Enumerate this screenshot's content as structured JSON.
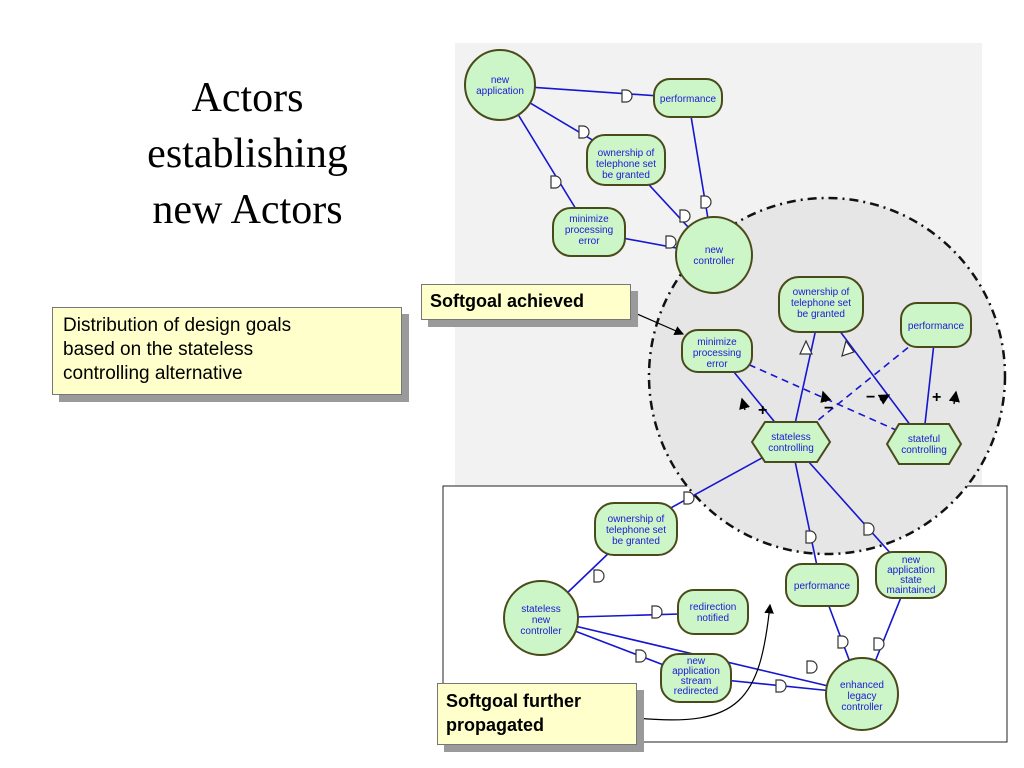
{
  "slide": {
    "title_lines": [
      "Actors",
      "establishing",
      "new Actors"
    ],
    "callouts": {
      "distribution": [
        "Distribution of design goals",
        "based on the stateless",
        "controlling alternative"
      ],
      "softgoal_achieved": "Softgoal achieved",
      "softgoal_propagated": [
        "Softgoal further",
        "propagated"
      ]
    }
  },
  "diagram": {
    "colors": {
      "node_fill": "#ccf5c8",
      "node_border": "#4a4a1a",
      "link": "#1616d0",
      "label": "#1a1ad6",
      "boundary_fill": "#e8e8e8"
    },
    "nodes": {
      "new_application": [
        "new",
        "application"
      ],
      "performance_top": [
        "performance"
      ],
      "ownership_top": [
        "ownership of",
        "telephone set",
        "be granted"
      ],
      "minimize_top": [
        "minimize",
        "processing",
        "error"
      ],
      "new_controller": [
        "new",
        "controller"
      ],
      "ownership_mid": [
        "ownership of",
        "telephone set",
        "be granted"
      ],
      "minimize_mid": [
        "minimize",
        "processing",
        "error"
      ],
      "performance_mid": [
        "performance"
      ],
      "stateless_controlling": [
        "stateless",
        "controlling"
      ],
      "stateful_controlling": [
        "stateful",
        "controlling"
      ],
      "ownership_low": [
        "ownership of",
        "telephone set",
        "be granted"
      ],
      "stateless_new_controller": [
        "stateless",
        "new",
        "controller"
      ],
      "redirection_notified": [
        "redirection",
        "notified"
      ],
      "new_application_stream": [
        "new",
        "application",
        "stream",
        "redirected"
      ],
      "performance_low": [
        "performance"
      ],
      "new_application_state": [
        "new",
        "application",
        "state",
        "maintained"
      ],
      "enhanced_legacy_controller": [
        "enhanced",
        "legacy",
        "controller"
      ]
    },
    "contribution_signs": [
      "+",
      "−",
      "−",
      "+"
    ]
  }
}
